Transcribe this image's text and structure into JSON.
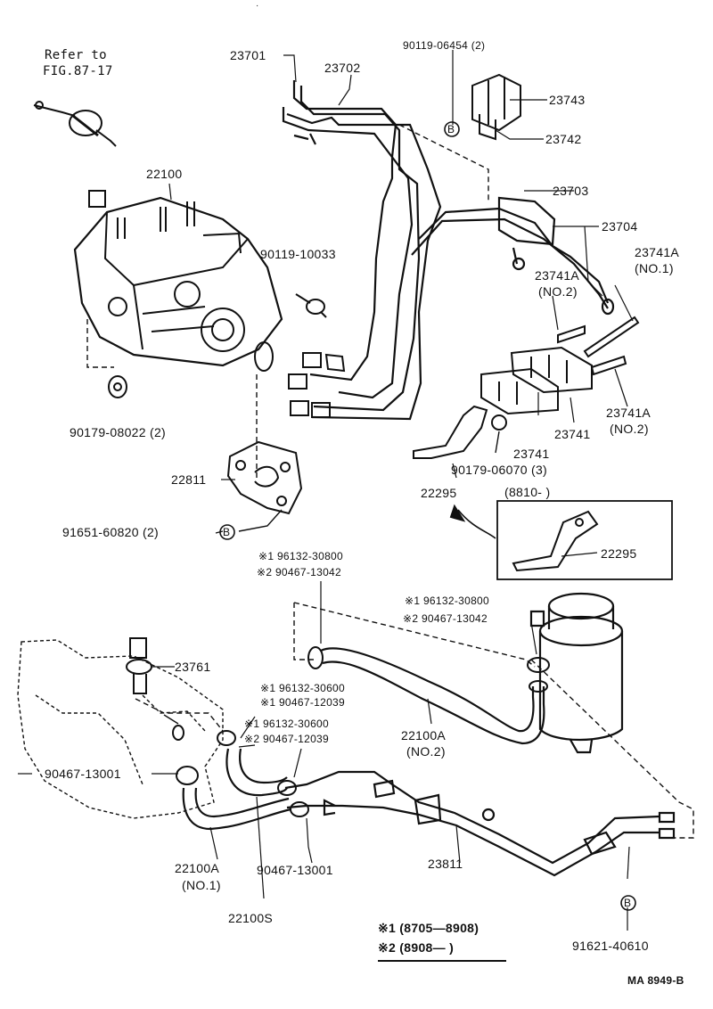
{
  "refer": {
    "line1": "Refer to",
    "line2": "FIG.87-17"
  },
  "parts": {
    "p23701": "23701",
    "p23702": "23702",
    "p90119_06454": "90119-06454 (2)",
    "p23743": "23743",
    "p23742": "23742",
    "p23703": "23703",
    "p23704": "23704",
    "p22100": "22100",
    "p90119_10033": "90119-10033",
    "p23741A_no1": "23741A",
    "p23741A_no1_sub": "(NO.1)",
    "p23741A_no2a": "23741A",
    "p23741A_no2a_sub": "(NO.2)",
    "p23741A_no2b": "23741A",
    "p23741A_no2b_sub": "(NO.2)",
    "p23741_a": "23741",
    "p23741_b": "23741",
    "p90179_08022": "90179-08022 (2)",
    "p90179_06070": "90179-06070 (3)",
    "p22811": "22811",
    "p22295_a": "22295",
    "p22295_b": "22295",
    "range_8810": "(8810-        )",
    "p91651": "91651-60820 (2)",
    "hose_top_1": "※1 96132-30800",
    "hose_top_2": "※2 90467-13042",
    "hose_right_1": "※1 96132-30800",
    "hose_right_2": "※2 90467-13042",
    "p23761": "23761",
    "mid_a1": "※1 96132-30600",
    "mid_a2": "※1 90467-12039",
    "mid_b1": "※1 96132-30600",
    "mid_b2": "※2 90467-12039",
    "p22100A_no2": "22100A",
    "p22100A_no2_sub": "(NO.2)",
    "p90467_13001_a": "90467-13001",
    "p90467_13001_b": "90467-13001",
    "p22100A_no1": "22100A",
    "p22100A_no1_sub": "(NO.1)",
    "p23811": "23811",
    "p22100S": "22100S",
    "p91621": "91621-40610",
    "circle_b": "B"
  },
  "legend": {
    "row1": "※1 (8705—8908)",
    "row2": "※2 (8908—        )"
  },
  "code": "MA 8949-B",
  "dot": "·"
}
